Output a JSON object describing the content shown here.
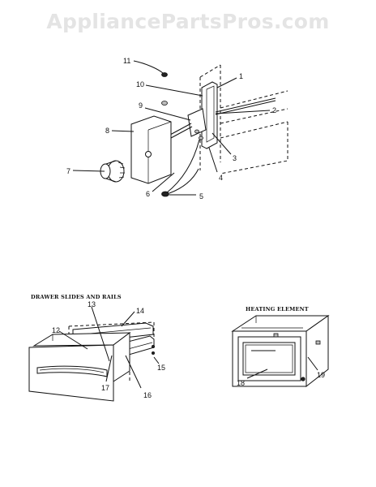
{
  "watermark": "AppliancePartsPros.com",
  "sections": {
    "drawer": "DRAWER SLIDES AND RAILS",
    "heating": "HEATING ELEMENT"
  },
  "callouts": {
    "c1": "1",
    "c2": "2",
    "c3": "3",
    "c4": "4",
    "c5": "5",
    "c6": "6",
    "c7": "7",
    "c8": "8",
    "c9": "9",
    "c10": "10",
    "c11": "11",
    "c12": "12",
    "c13": "13",
    "c14": "14",
    "c15": "15",
    "c16": "16",
    "c17": "17",
    "c18": "18",
    "c19": "19"
  }
}
